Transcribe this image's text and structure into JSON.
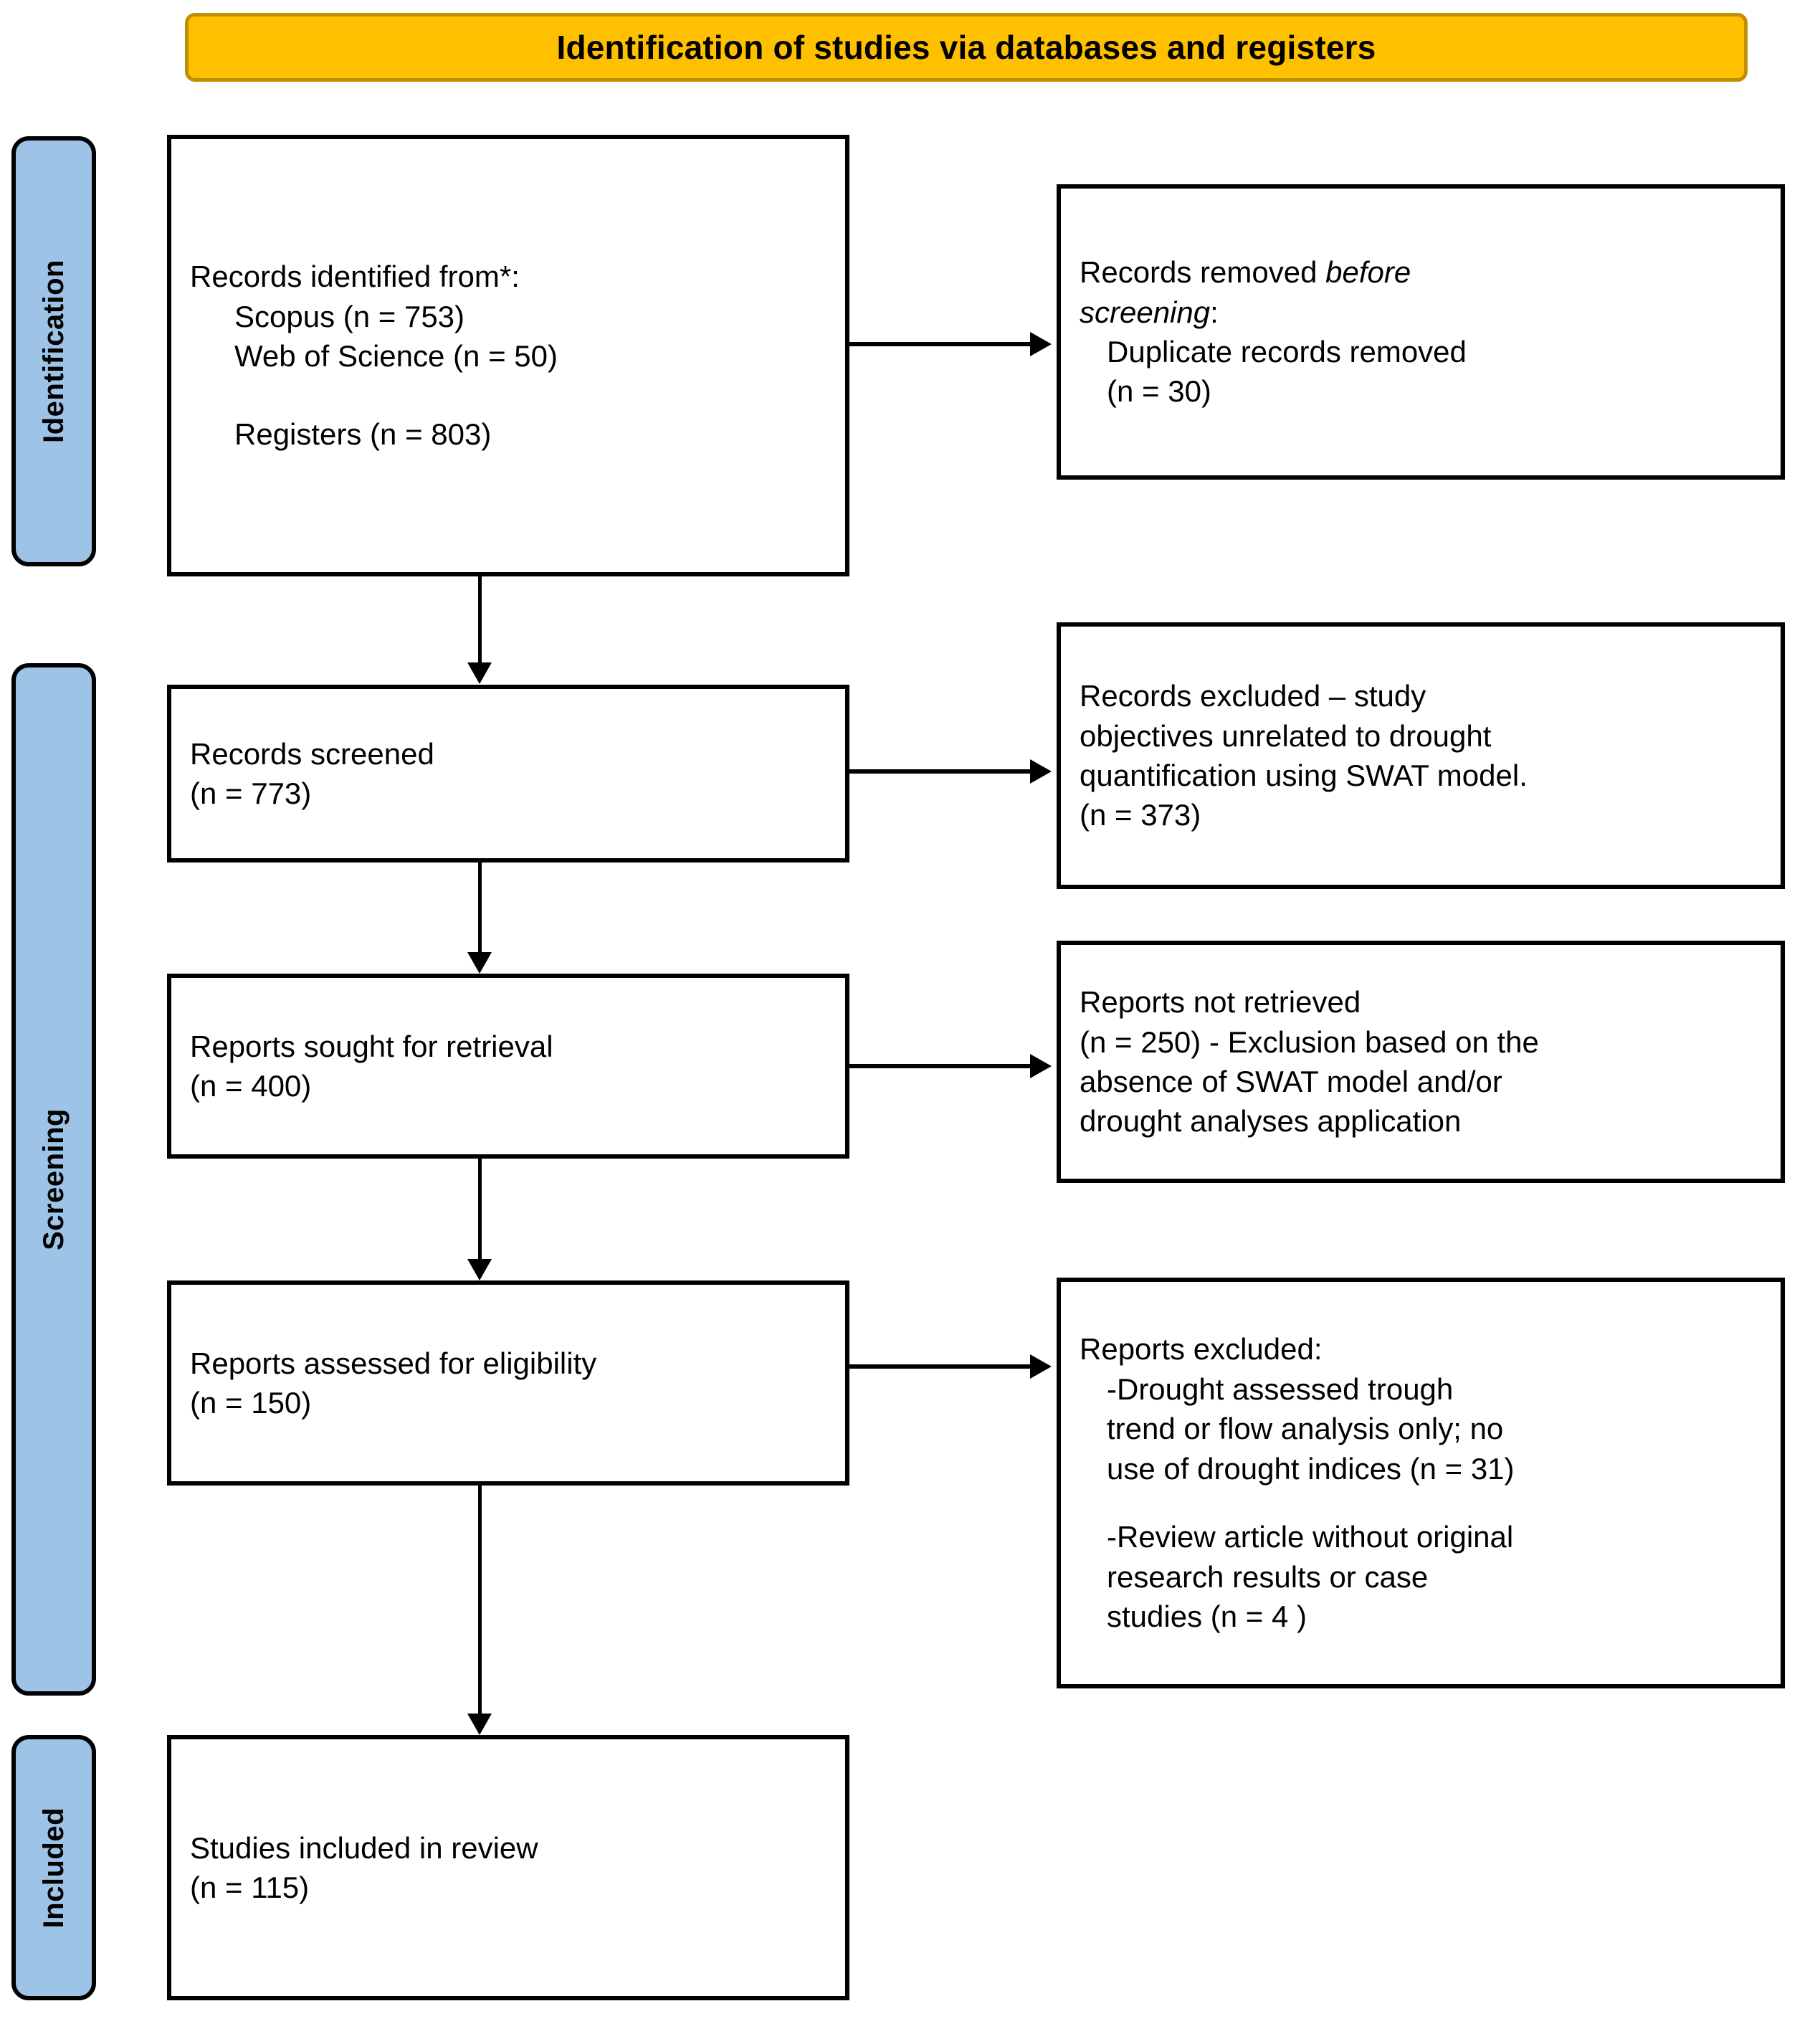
{
  "diagram": {
    "type": "prisma-flow-diagram",
    "header": {
      "title": "Identification of studies via databases and registers",
      "background_color": "#FFC000",
      "border_color": "#BF8F00"
    },
    "stages": [
      {
        "key": "identification",
        "label": "Identification",
        "color": "#9DC3E6"
      },
      {
        "key": "screening",
        "label": "Screening",
        "color": "#9DC3E6"
      },
      {
        "key": "included",
        "label": "Included",
        "color": "#9DC3E6"
      }
    ],
    "boxes": {
      "identified": {
        "l1": "Records identified from*:",
        "l2": "Scopus (n = 753)",
        "l3": "Web of Science (n = 50)",
        "l4": "Registers (n = 803)"
      },
      "removed_before_screening": {
        "l1_prefix": "Records removed ",
        "l1_italic": "before",
        "l2_italic": "screening",
        "l2_suffix": ":",
        "l3": "Duplicate records removed",
        "l4": "(n = 30)"
      },
      "records_screened": {
        "l1": "Records screened",
        "l2": "(n = 773)"
      },
      "records_excluded": {
        "l1": "Records excluded – study",
        "l2": "objectives unrelated to drought",
        "l3": "quantification using SWAT model.",
        "l4": "(n = 373)"
      },
      "reports_sought": {
        "l1": "Reports sought for retrieval",
        "l2": "(n = 400)"
      },
      "reports_not_retrieved": {
        "l1": "Reports not retrieved",
        "l2": "(n = 250) - Exclusion based on the",
        "l3": "absence of SWAT model and/or",
        "l4": "drought analyses application"
      },
      "reports_assessed": {
        "l1": "Reports assessed for eligibility",
        "l2": "(n = 150)"
      },
      "reports_excluded": {
        "l1": "Reports excluded:",
        "l2": "-Drought assessed trough",
        "l3": "trend or flow analysis only; no",
        "l4": "use of drought indices (n = 31)",
        "l5": "-Review article without original",
        "l6": "research results or case",
        "l7": "studies (n = 4 )"
      },
      "studies_included": {
        "l1": "Studies included in review",
        "l2": "(n = 115)"
      }
    }
  }
}
